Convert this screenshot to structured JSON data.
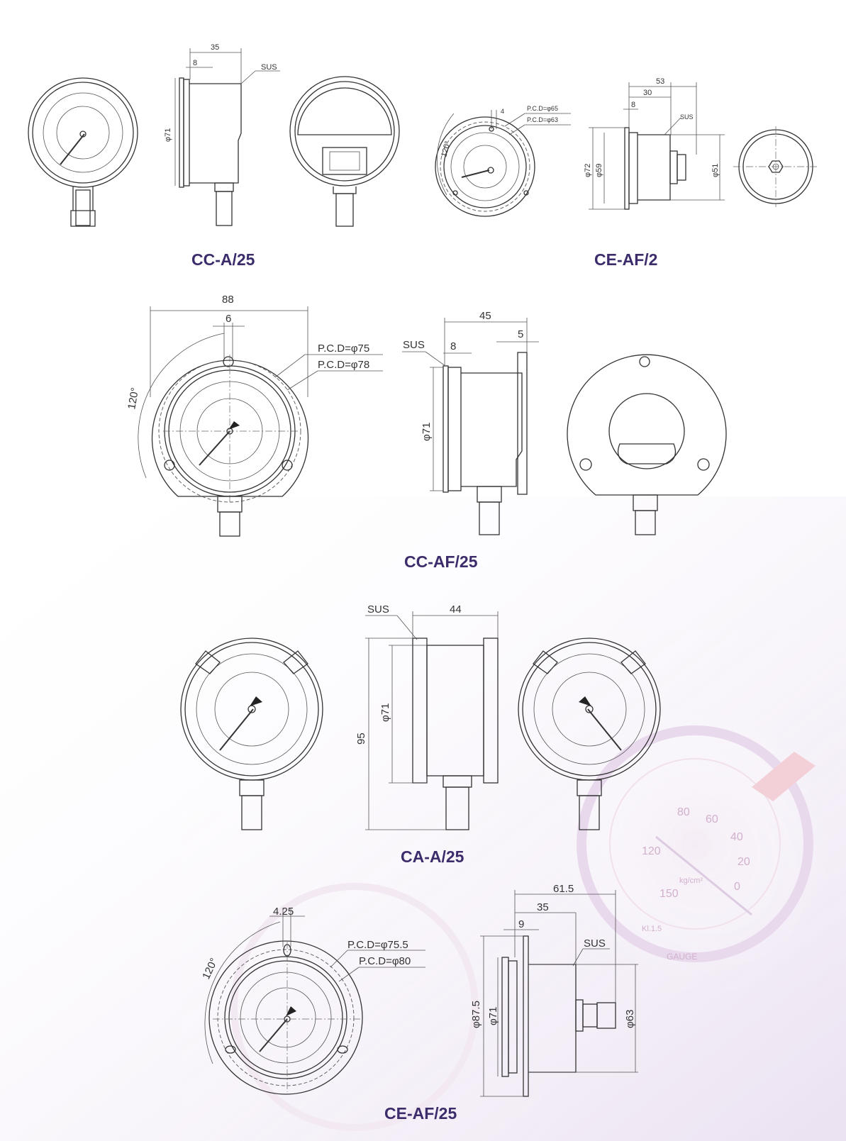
{
  "sections": {
    "cc_a25": {
      "title": "CC-A/25",
      "dim_35": "35",
      "dim_8": "8",
      "dim_phi71": "φ71",
      "sus": "SUS"
    },
    "ce_af2": {
      "title": "CE-AF/2",
      "dim_53": "53",
      "dim_30": "30",
      "dim_8": "8",
      "dim_4": "4",
      "dim_120": "120°",
      "pcd_65": "P.C.D=φ65",
      "pcd_63": "P.C.D=φ63",
      "sus": "SUS",
      "dim_phi72": "φ72",
      "dim_phi59": "φ59",
      "dim_phi51": "φ51"
    },
    "cc_af25": {
      "title": "CC-AF/25",
      "dim_88": "88",
      "dim_6": "6",
      "dim_120": "120°",
      "pcd_75": "P.C.D=φ75",
      "pcd_78": "P.C.D=φ78",
      "dim_45": "45",
      "sus": "SUS",
      "dim_8": "8",
      "dim_5": "5",
      "dim_phi71": "φ71"
    },
    "ca_a25": {
      "title": "CA-A/25",
      "sus": "SUS",
      "dim_44": "44",
      "dim_phi71": "φ71",
      "dim_95": "95"
    },
    "ce_af25": {
      "title": "CE-AF/25",
      "dim_4_25": "4.25",
      "dim_120": "120°",
      "pcd_75_5": "P.C.D=φ75.5",
      "pcd_80": "P.C.D=φ80",
      "dim_61_5": "61.5",
      "dim_35": "35",
      "dim_9": "9",
      "sus": "SUS",
      "dim_phi87_5": "φ87.5",
      "dim_phi71": "φ71",
      "dim_phi63": "φ63"
    }
  },
  "background_gauge": {
    "ticks": [
      "80",
      "60",
      "40",
      "20",
      "0",
      "120",
      "150"
    ],
    "unit": "kg/cm²",
    "brand": "GAUGE",
    "class": "Kl.1.5"
  },
  "colors": {
    "title": "#3d2c6b",
    "line": "#333333",
    "watermark": "#c9a3c4"
  }
}
